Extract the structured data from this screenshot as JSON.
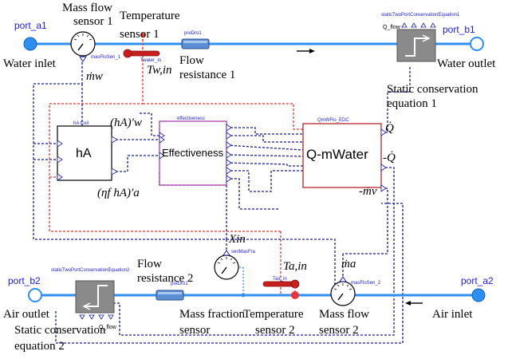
{
  "water_side": {
    "port_a1": {
      "name": "port_a1",
      "label": "Water inlet"
    },
    "port_b1": {
      "name": "port_b1",
      "label": "Water outlet"
    },
    "mass_flow_sensor": {
      "label_line1": "Mass flow",
      "label_line2": "sensor 1",
      "instance": "masFloSen_1",
      "output": "ṁw"
    },
    "temperature_sensor": {
      "label_line1": "Temperature",
      "label_line2": "sensor 1",
      "instance": "Twater_in",
      "output": "Tw,in"
    },
    "flow_resistance": {
      "label_line1": "Flow",
      "label_line2": "resistance 1",
      "instance": "preDro1"
    },
    "static_conservation": {
      "label_line1": "Static conservation",
      "label_line2": "equation 1",
      "instance": "staticTwoPortConservationEquation1",
      "port_label": "Q_flow"
    }
  },
  "air_side": {
    "port_b2": {
      "name": "port_b2",
      "label": "Air outlet"
    },
    "port_a2": {
      "name": "port_a2",
      "label": "Air inlet"
    },
    "static_conservation": {
      "label_line1": "Static conservation",
      "label_line2": "equation 2",
      "instance": "staticTwoPortConservationEquation2",
      "port_label": "Q_flow"
    },
    "flow_resistance": {
      "label_line1": "Flow",
      "label_line2": "resistance 2",
      "instance": "preDro1"
    },
    "mass_fraction_sensor": {
      "label_line1": "Mass fraction",
      "label_line2": "sensor",
      "instance": "senMasFra",
      "output": "Xin"
    },
    "temperature_sensor": {
      "label_line1": "Temperature",
      "label_line2": "sensor 2",
      "instance": "Tair_in",
      "output": "Ta,in"
    },
    "mass_flow_sensor": {
      "label_line1": "Mass flow",
      "label_line2": "sensor 2",
      "instance": "masFloSen_2",
      "output": "ṁa"
    }
  },
  "blocks": {
    "hA": {
      "instance": "hA Coil",
      "text": "hA",
      "out_top": "(hA)′w",
      "out_bottom": "(ηf hA)′a"
    },
    "effectiveness": {
      "instance": "effectiveness",
      "text": "Effectiveness"
    },
    "qm": {
      "instance": "QmWFlo_EDC",
      "text": "Q-mWater",
      "out1": "Q̇",
      "out2": "-Q̇",
      "out3": "-ṁv"
    }
  },
  "colors": {
    "pipe": "#2e8ff0",
    "signal": "#1a1a9c",
    "red_signal": "#e83535",
    "effectiveness_border": "#a52ea5",
    "qm_border": "#b01515",
    "port_fill": "#2e8ff0"
  }
}
